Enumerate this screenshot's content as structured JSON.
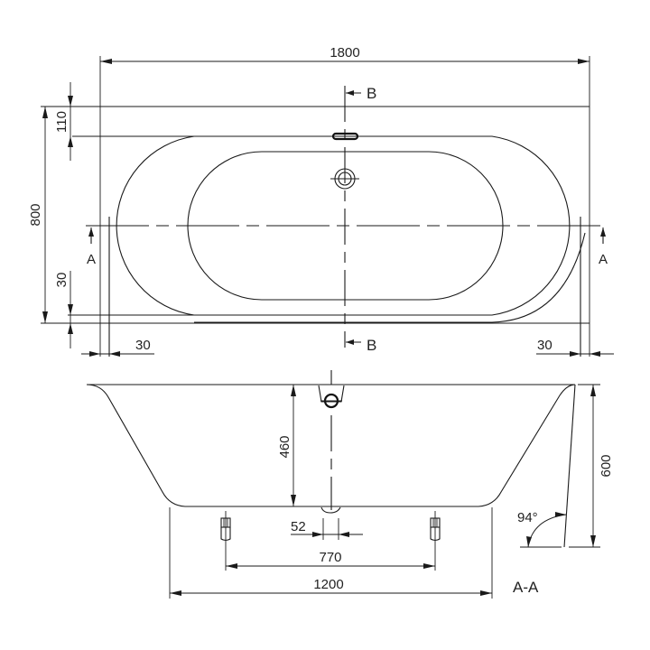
{
  "drawing": {
    "type": "bathtub technical dimension drawing",
    "line_color": "#1a1a1a",
    "background": "#ffffff"
  },
  "plan_view": {
    "dimensions": {
      "overall_length": "1800",
      "overall_width": "800",
      "overflow_offset": "110",
      "rim_offset_bottom": "30",
      "rim_offset_left": "30",
      "rim_offset_right": "30"
    },
    "section_markers": {
      "section_a_left": "A",
      "section_a_right": "A",
      "section_b_top": "B",
      "section_b_bottom": "B"
    }
  },
  "section_view": {
    "title": "A-A",
    "dimensions": {
      "inner_depth": "460",
      "overall_height": "600",
      "drain_width": "52",
      "feet_spacing": "770",
      "base_length": "1200",
      "wall_angle": "94°"
    }
  }
}
